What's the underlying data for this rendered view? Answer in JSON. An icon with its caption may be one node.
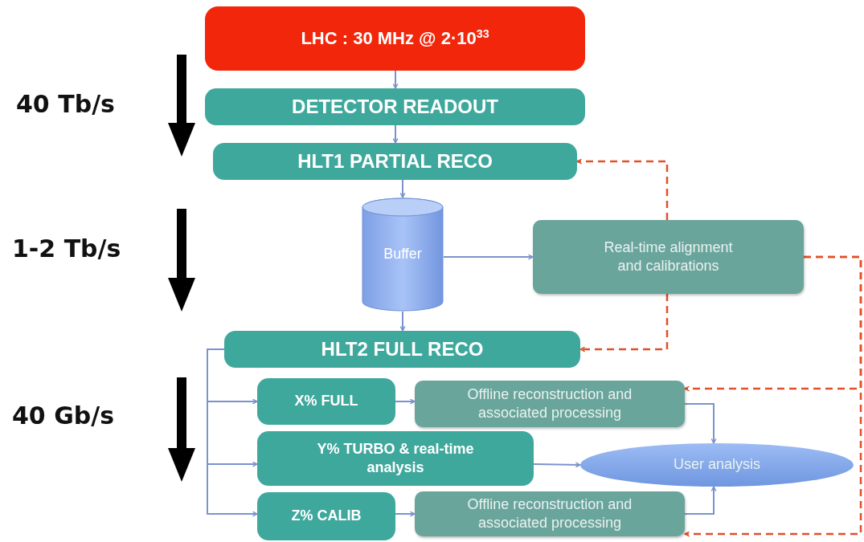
{
  "diagram": {
    "nodes": [
      {
        "text": [
          "LHC : 30 MHz @ 2·10$^{33}$"
        ]
      },
      {
        "text": [
          "DETECTOR READOUT"
        ]
      },
      {
        "text": [
          "HLT1 PARTIAL RECO"
        ]
      },
      {
        "text": [
          "Buffer"
        ]
      },
      {
        "text": [
          "Real-time alignment and calibrations"
        ]
      },
      {
        "text": [
          "HLT2 FULL RECO"
        ]
      },
      {
        "text": [
          "X% FULL"
        ]
      },
      {
        "text": [
          "Offline reconstruction and associated processing"
        ]
      },
      {
        "text": [
          "Y% TURBO  & real-time analysis"
        ]
      },
      {
        "text": [
          "User analysis"
        ]
      },
      {
        "text": [
          "Z% CALIB"
        ]
      },
      {
        "text": [
          "Offline reconstruction and associated processing"
        ]
      }
    ],
    "edges": [
      {
        "from": 0,
        "to": 1,
        "arrow": "to"
      },
      {
        "from": 1,
        "to": 2,
        "arrow": "to"
      },
      {
        "from": 2,
        "to": 3,
        "arrow": "to"
      },
      {
        "from": 3,
        "to": 4,
        "arrow": "to"
      },
      {
        "from": 3,
        "to": 5,
        "arrow": "to"
      },
      {
        "from": 4,
        "to": 2,
        "arrow": "to",
        "style": "dashed",
        "color": "#e0502a"
      },
      {
        "from": 4,
        "to": 5,
        "arrow": "to",
        "style": "dashed",
        "color": "#e0502a"
      },
      {
        "from": 4,
        "to": 7,
        "arrow": "to",
        "style": "dashed",
        "color": "#e0502a"
      },
      {
        "from": 4,
        "to": 11,
        "arrow": "to",
        "style": "dashed",
        "color": "#e0502a"
      },
      {
        "from": 5,
        "to": 6,
        "arrow": "to"
      },
      {
        "from": 5,
        "to": 8,
        "arrow": "to"
      },
      {
        "from": 5,
        "to": 10,
        "arrow": "to"
      },
      {
        "from": 6,
        "to": 7,
        "arrow": "to"
      },
      {
        "from": 8,
        "to": 9,
        "arrow": "to"
      },
      {
        "from": 10,
        "to": 11,
        "arrow": "to"
      },
      {
        "from": 7,
        "to": 9,
        "arrow": "to"
      },
      {
        "from": 11,
        "to": 9,
        "arrow": "to"
      }
    ],
    "labels": [
      "40 Tb/s",
      "1-2 Tb/s",
      "40 Gb/s"
    ]
  }
}
